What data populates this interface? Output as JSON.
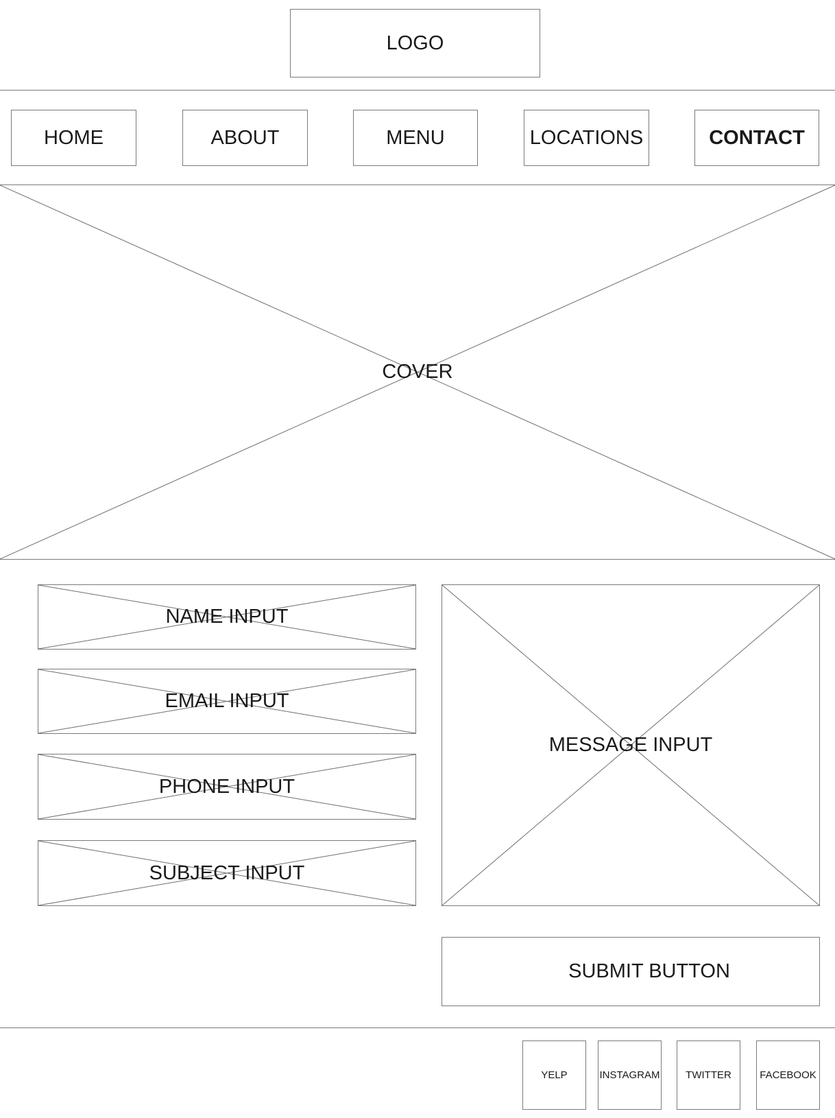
{
  "header": {
    "logo_label": "LOGO"
  },
  "nav": {
    "items": [
      {
        "label": "HOME",
        "active": false
      },
      {
        "label": "ABOUT",
        "active": false
      },
      {
        "label": "MENU",
        "active": false
      },
      {
        "label": "LOCATIONS",
        "active": false
      },
      {
        "label": "CONTACT",
        "active": true
      }
    ]
  },
  "cover": {
    "label": "COVER"
  },
  "form": {
    "name_label": "NAME INPUT",
    "email_label": "EMAIL INPUT",
    "phone_label": "PHONE INPUT",
    "subject_label": "SUBJECT INPUT",
    "message_label": "MESSAGE INPUT",
    "submit_label": "SUBMIT BUTTON"
  },
  "footer": {
    "social": [
      {
        "label": "YELP"
      },
      {
        "label": "INSTAGRAM"
      },
      {
        "label": "TWITTER"
      },
      {
        "label": "FACEBOOK"
      }
    ]
  },
  "colors": {
    "line": "#7a7a7a",
    "text": "#1a1a1a",
    "background": "#ffffff"
  }
}
